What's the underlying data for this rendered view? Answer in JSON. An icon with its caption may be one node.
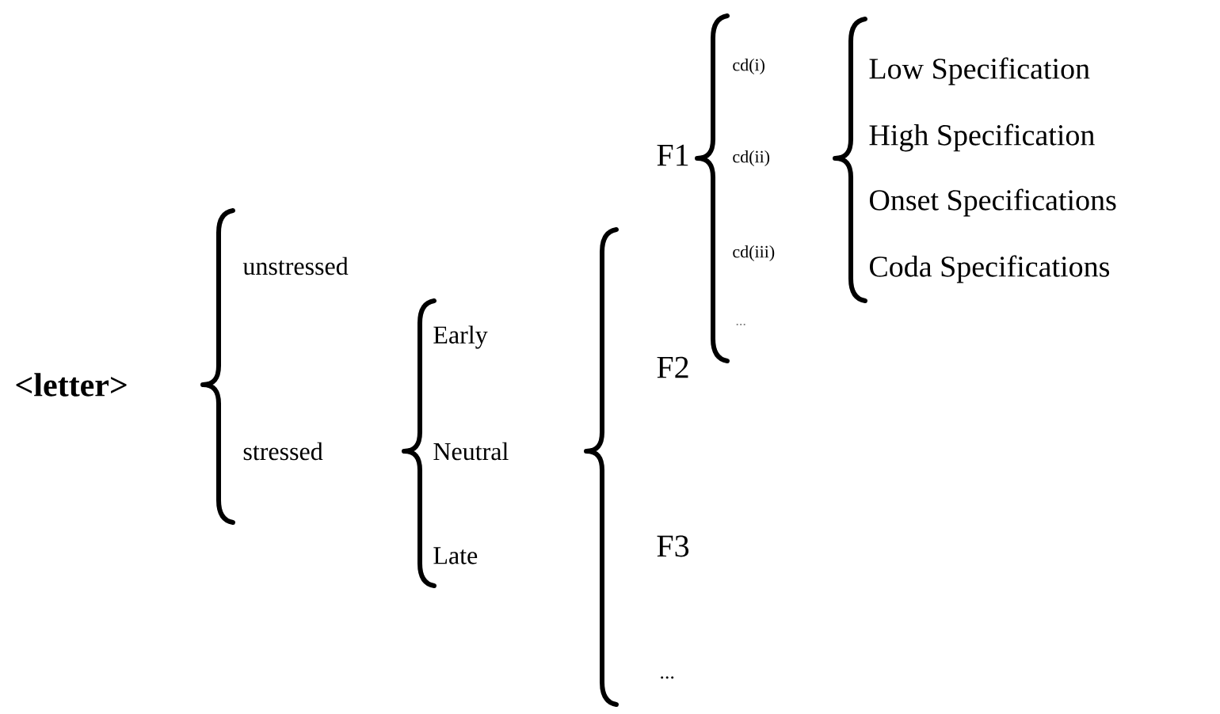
{
  "diagram": {
    "labels": [
      "<letter>",
      "unstressed",
      "stressed",
      "Early",
      "Neutral",
      "Late",
      "F1",
      "F2",
      "F3",
      "...",
      "cd(i)",
      "cd(ii)",
      "cd(iii)",
      "...",
      "Low Specification",
      "High Specification",
      "Onset Specifications",
      "Coda Specifications"
    ]
  }
}
